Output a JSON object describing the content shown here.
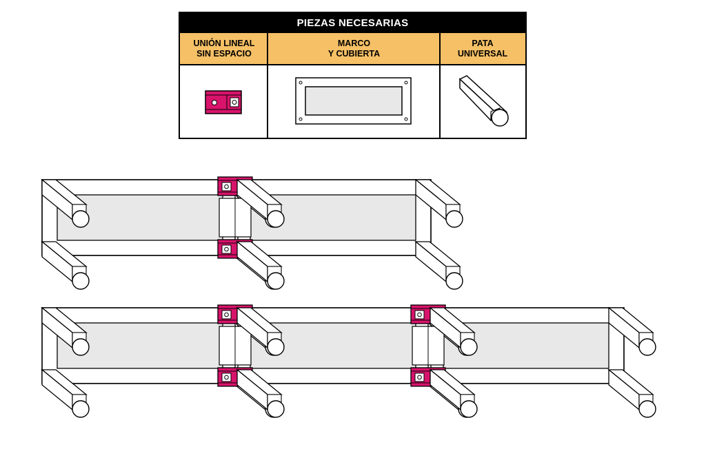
{
  "table": {
    "title": "PIEZAS NECESARIAS",
    "columns": [
      {
        "line1": "UNIÓN LINEAL",
        "line2": "SIN ESPACIO",
        "icon": "linear-union-connector-icon"
      },
      {
        "line1": "MARCO",
        "line2": "Y CUBIERTA",
        "icon": "frame-and-cover-icon"
      },
      {
        "line1": "PATA",
        "line2": "UNIVERSAL",
        "icon": "universal-leg-icon"
      }
    ]
  },
  "colors": {
    "header_bg": "#f5c066",
    "connector": "#d8136b",
    "cover_fill": "#e8e8e8",
    "outline": "#000000",
    "title_bg": "#000000"
  },
  "assemblies": [
    {
      "modules": 2,
      "connectors": 1
    },
    {
      "modules": 3,
      "connectors": 2
    }
  ]
}
